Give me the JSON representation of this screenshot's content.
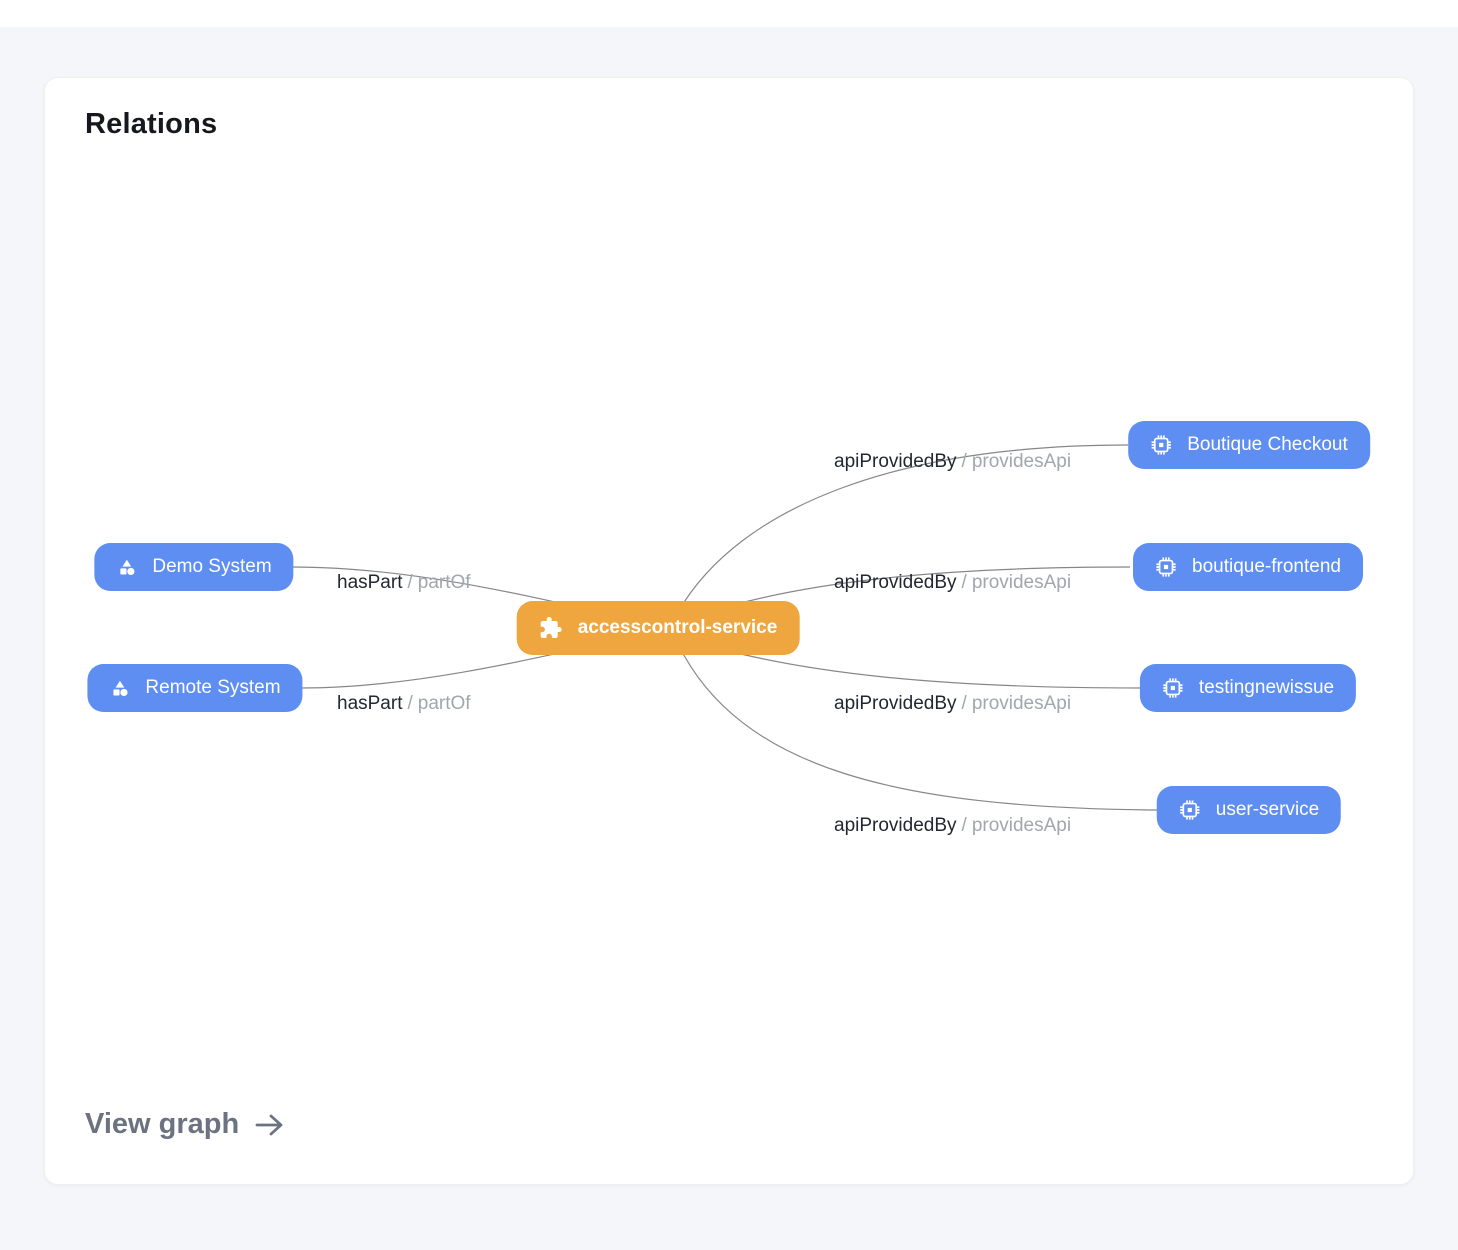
{
  "card": {
    "title": "Relations",
    "footer_link_label": "View graph"
  },
  "colors": {
    "node_center": "#efa63f",
    "node_blue": "#5f8ef2",
    "edge_line": "#85878a",
    "edge_label_primary": "#232730",
    "edge_label_muted": "#a2a6ad",
    "footer_link": "#6b7280",
    "page_background": "#f5f6fa",
    "card_background": "#ffffff"
  },
  "graph": {
    "nodes": [
      {
        "id": "demo-system",
        "label": "Demo System",
        "kind": "system",
        "icon": "shapes-icon"
      },
      {
        "id": "remote-system",
        "label": "Remote System",
        "kind": "system",
        "icon": "shapes-icon"
      },
      {
        "id": "accesscontrol-service",
        "label": "accesscontrol-service",
        "kind": "component",
        "icon": "puzzle-icon"
      },
      {
        "id": "boutique-checkout",
        "label": "Boutique Checkout",
        "kind": "api",
        "icon": "chip-icon"
      },
      {
        "id": "boutique-frontend",
        "label": "boutique-frontend",
        "kind": "api",
        "icon": "chip-icon"
      },
      {
        "id": "testingnewissue",
        "label": "testingnewissue",
        "kind": "api",
        "icon": "chip-icon"
      },
      {
        "id": "user-service",
        "label": "user-service",
        "kind": "api",
        "icon": "chip-icon"
      }
    ],
    "edges": [
      {
        "from": "demo-system",
        "to": "accesscontrol-service",
        "relation": "hasPart",
        "separator": "/",
        "inverse": "partOf"
      },
      {
        "from": "remote-system",
        "to": "accesscontrol-service",
        "relation": "hasPart",
        "separator": "/",
        "inverse": "partOf"
      },
      {
        "from": "accesscontrol-service",
        "to": "boutique-checkout",
        "relation": "apiProvidedBy",
        "separator": "/",
        "inverse": "providesApi"
      },
      {
        "from": "accesscontrol-service",
        "to": "boutique-frontend",
        "relation": "apiProvidedBy",
        "separator": "/",
        "inverse": "providesApi"
      },
      {
        "from": "accesscontrol-service",
        "to": "testingnewissue",
        "relation": "apiProvidedBy",
        "separator": "/",
        "inverse": "providesApi"
      },
      {
        "from": "accesscontrol-service",
        "to": "user-service",
        "relation": "apiProvidedBy",
        "separator": "/",
        "inverse": "providesApi"
      }
    ]
  }
}
